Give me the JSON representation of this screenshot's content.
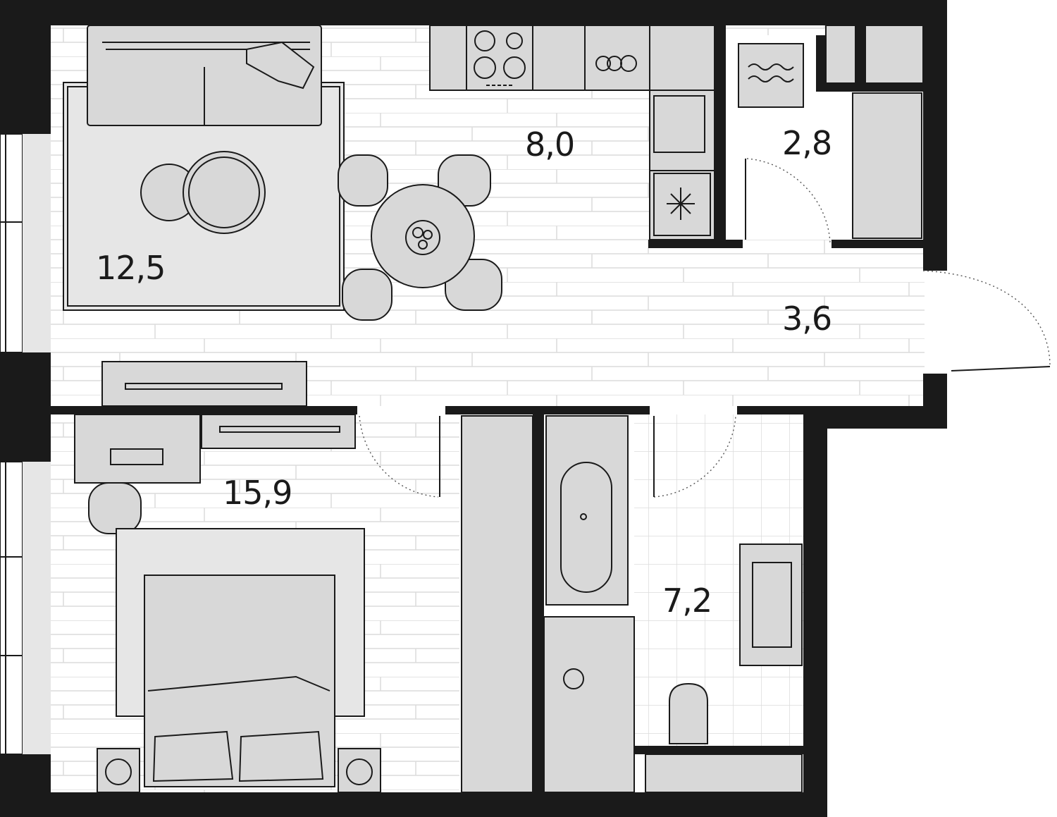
{
  "plan": {
    "rooms": [
      {
        "key": "living",
        "area": "12,5"
      },
      {
        "key": "kitchen",
        "area": "8,0"
      },
      {
        "key": "storage",
        "area": "2,8"
      },
      {
        "key": "hall",
        "area": "3,6"
      },
      {
        "key": "bedroom",
        "area": "15,9"
      },
      {
        "key": "bathroom",
        "area": "7,2"
      }
    ]
  },
  "colors": {
    "wall": "#1a1a1a",
    "furniture": "#d8d8d8",
    "floor": "#ffffff",
    "tile_lines": "#dcdcdc"
  }
}
